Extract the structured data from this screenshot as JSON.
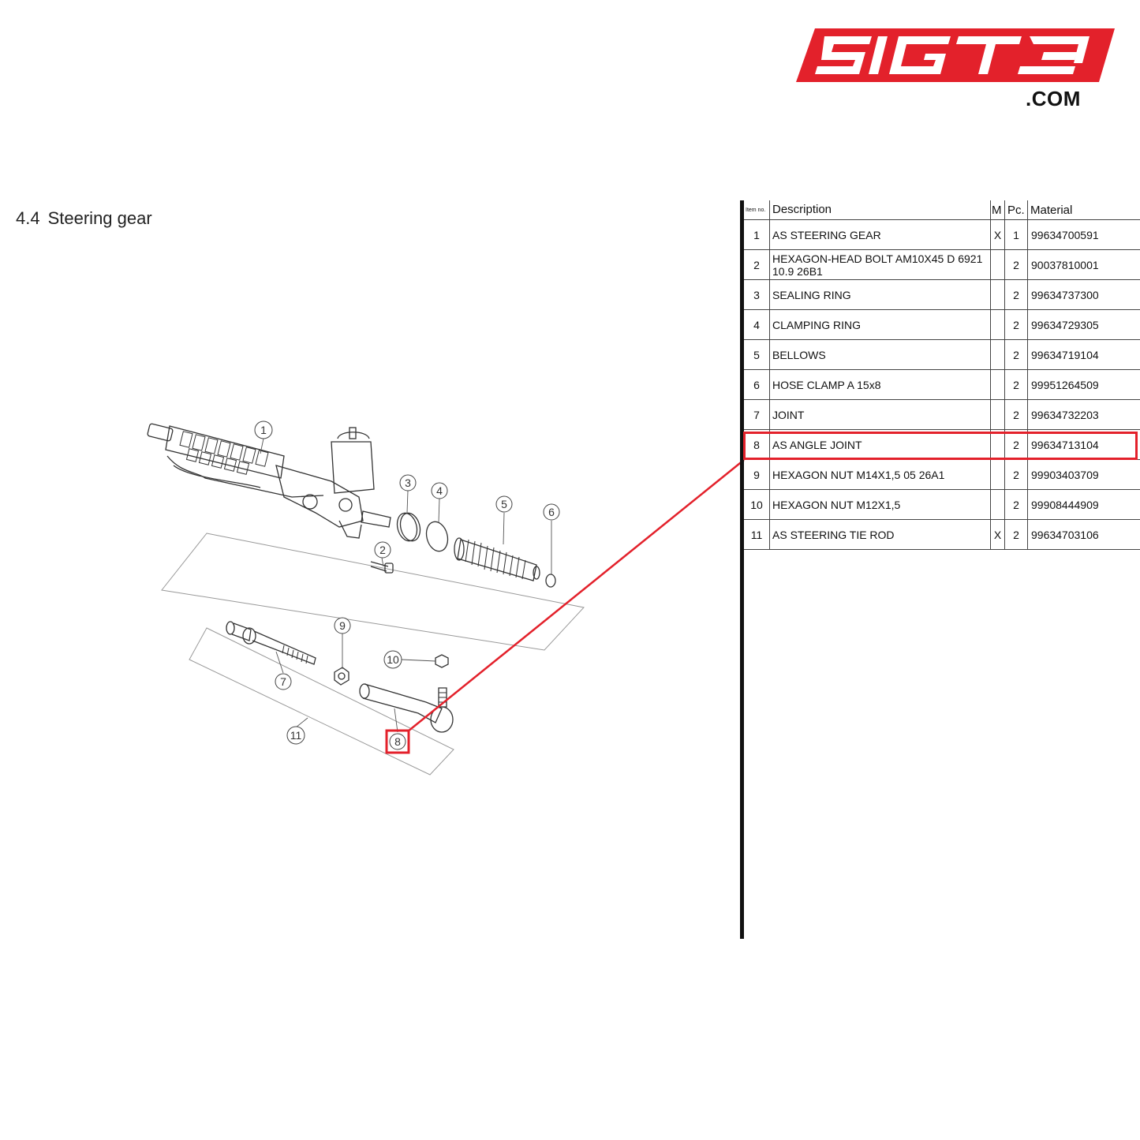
{
  "brand": {
    "logo_text": "51GT3",
    "domain": ".COM",
    "accent": "#e3212b"
  },
  "section": {
    "number": "4.4",
    "title": "Steering gear"
  },
  "diagram": {
    "callouts": [
      "1",
      "2",
      "3",
      "4",
      "5",
      "6",
      "7",
      "8",
      "9",
      "10",
      "11"
    ],
    "highlighted_callout": "8"
  },
  "table": {
    "headers": {
      "item": "Item no.",
      "description": "Description",
      "m": "M",
      "pc": "Pc.",
      "material": "Material"
    },
    "rows": [
      {
        "item": "1",
        "description": "AS STEERING GEAR",
        "m": "X",
        "pc": "1",
        "material": "99634700591"
      },
      {
        "item": "2",
        "description": "HEXAGON-HEAD BOLT AM10X45 D 6921 10.9 26B1",
        "m": "",
        "pc": "2",
        "material": "90037810001"
      },
      {
        "item": "3",
        "description": "SEALING RING",
        "m": "",
        "pc": "2",
        "material": "99634737300"
      },
      {
        "item": "4",
        "description": "CLAMPING RING",
        "m": "",
        "pc": "2",
        "material": "99634729305"
      },
      {
        "item": "5",
        "description": "BELLOWS",
        "m": "",
        "pc": "2",
        "material": "99634719104"
      },
      {
        "item": "6",
        "description": "HOSE CLAMP A 15x8",
        "m": "",
        "pc": "2",
        "material": "99951264509"
      },
      {
        "item": "7",
        "description": "JOINT",
        "m": "",
        "pc": "2",
        "material": "99634732203"
      },
      {
        "item": "8",
        "description": "AS ANGLE JOINT",
        "m": "",
        "pc": "2",
        "material": "99634713104"
      },
      {
        "item": "9",
        "description": "HEXAGON NUT M14X1,5 05 26A1",
        "m": "",
        "pc": "2",
        "material": "99903403709"
      },
      {
        "item": "10",
        "description": "HEXAGON NUT M12X1,5",
        "m": "",
        "pc": "2",
        "material": "99908444909"
      },
      {
        "item": "11",
        "description": "AS STEERING TIE ROD",
        "m": "X",
        "pc": "2",
        "material": "99634703106"
      }
    ],
    "highlighted_item": "8"
  }
}
